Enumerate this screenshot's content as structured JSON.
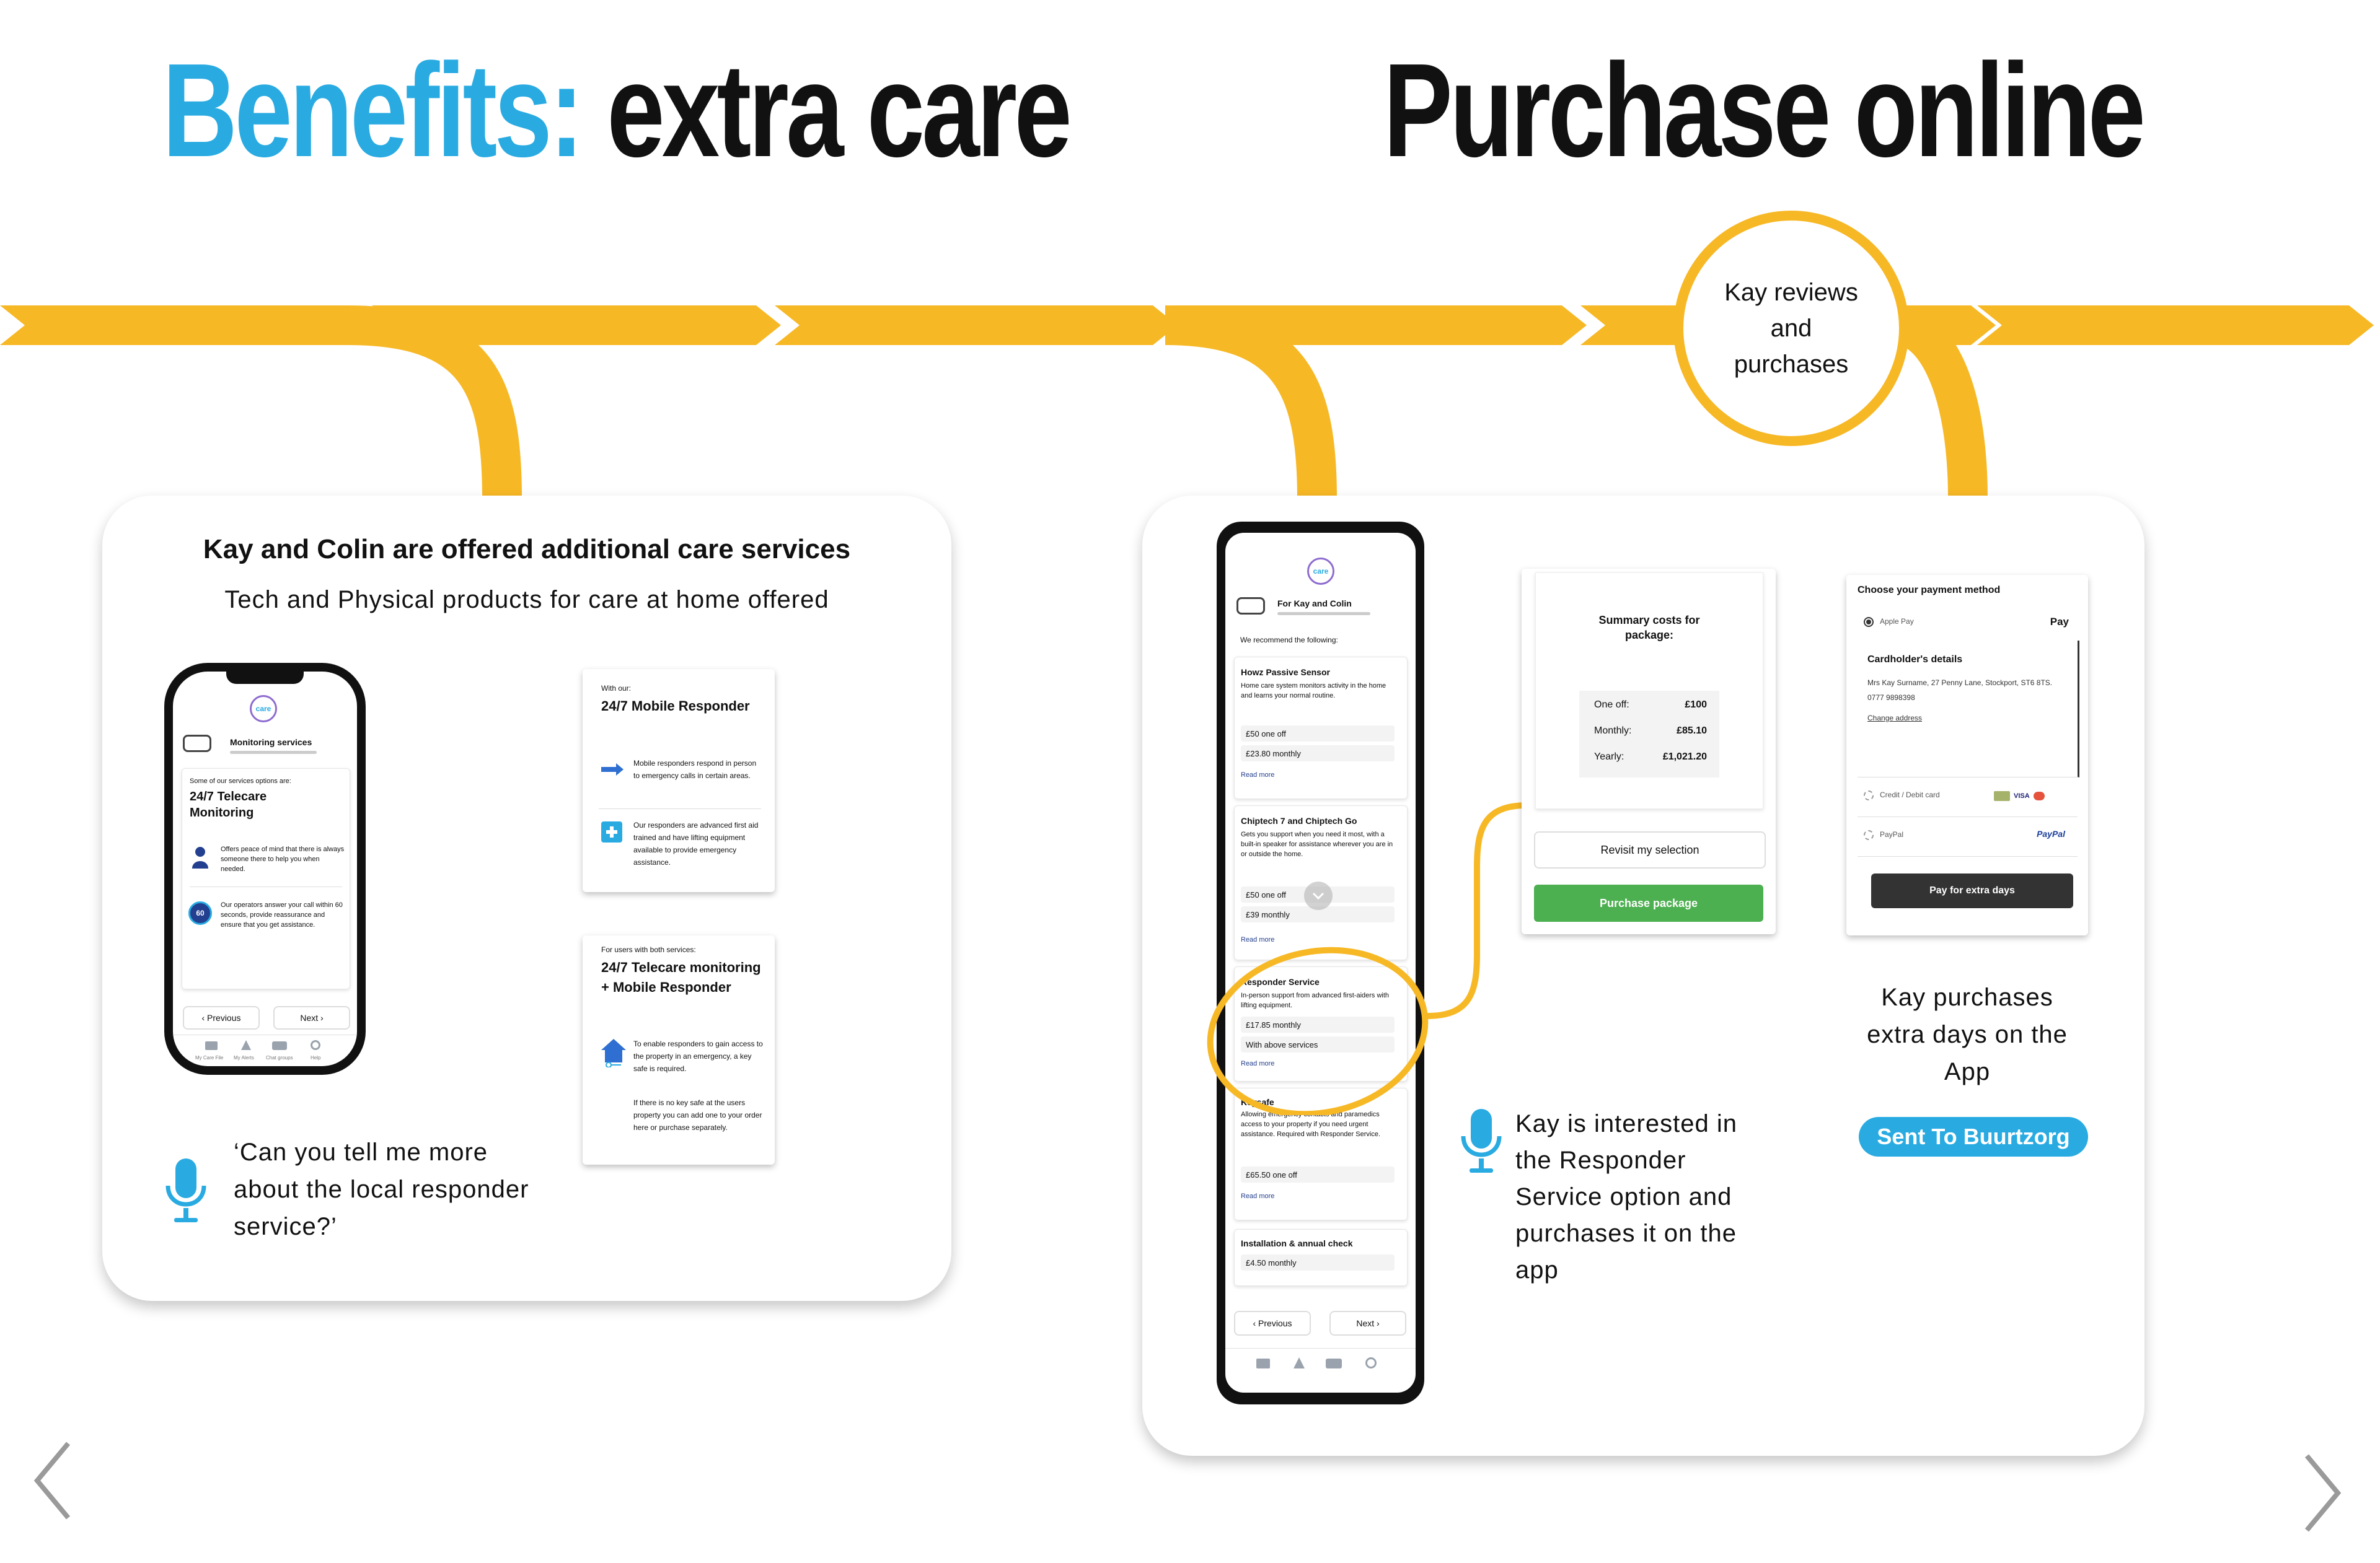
{
  "colors": {
    "accent_blue": "#29abe2",
    "timeline_yellow": "#f7b825",
    "buy_green": "#4caf50",
    "pay_dark": "#333333"
  },
  "headings": {
    "benefits_label": "Benefits:",
    "benefits_rest": "extra care",
    "purchase": "Purchase online"
  },
  "bubble": {
    "text": "Kay reviews and purchases"
  },
  "left_card": {
    "title": "Kay and Colin are offered additional care services",
    "subtitle": "Tech and Physical products for care at home offered",
    "quote": "‘Can you tell me more about the local responder service?’"
  },
  "left_phone": {
    "logo": "care",
    "header": "Monitoring services",
    "intro": "Some of our services options are:",
    "service_title": "24/7 Telecare Monitoring",
    "feature1": "Offers peace of mind that there is always someone there to help you when needed.",
    "feature2": "Our operators answer your call within 60 seconds, provide reassurance and ensure that you get assistance.",
    "badge": "60",
    "prev": "‹ Previous",
    "next": "Next ›",
    "tabs": [
      "My Care File",
      "My Alerts",
      "Chat groups",
      "Help"
    ]
  },
  "mini1": {
    "lead": "With our:",
    "title": "24/7 Mobile Responder",
    "f1": "Mobile responders respond in person to emergency calls in certain areas.",
    "f2": "Our responders are advanced first aid trained and have lifting equipment available to provide emergency assistance."
  },
  "mini2": {
    "lead": "For users with both services:",
    "title": "24/7 Telecare monitoring + Mobile Responder",
    "f1": "To enable responders to gain access to the property in an emergency, a key safe is required.",
    "f2": "If there is no key safe at the users property you can add one to your order here or purchase separately."
  },
  "right_phone": {
    "logo": "care",
    "header": "For Kay and Colin",
    "intro": "We recommend the following:",
    "read_more": "Read more",
    "items": [
      {
        "title": "Howz Passive Sensor",
        "desc": "Home care system monitors activity in the home and learns your normal routine.",
        "prices": [
          "£50 one off",
          "£23.80 monthly"
        ]
      },
      {
        "title": "Chiptech 7 and Chiptech Go",
        "desc": "Gets you support when you need it most, with a built-in speaker for assistance wherever you are in or outside the home.",
        "prices": [
          "£50 one off",
          "£39 monthly"
        ]
      },
      {
        "title": "Responder Service",
        "desc": "In-person support from advanced first-aiders with lifting equipment.",
        "prices": [
          "£17.85 monthly",
          "With above services"
        ]
      },
      {
        "title": "Keysafe",
        "desc": "Allowing emergency contacts and paramedics access to your property if you need urgent assistance. Required with Responder Service.",
        "prices": [
          "£65.50 one off"
        ]
      },
      {
        "title": "Installation & annual check",
        "desc": "",
        "prices": [
          "£4.50 monthly"
        ]
      }
    ],
    "prev": "‹ Previous",
    "next": "Next ›"
  },
  "summary": {
    "title": "Summary costs for package:",
    "rows": [
      {
        "label": "One off:",
        "value": "£100"
      },
      {
        "label": "Monthly:",
        "value": "£85.10"
      },
      {
        "label": "Yearly:",
        "value": "£1,021.20"
      }
    ],
    "revisit": "Revisit my selection",
    "purchase": "Purchase package"
  },
  "payment": {
    "title": "Choose your payment method",
    "apple": "Apple Pay",
    "apple_logo": "Pay",
    "card_header": "Cardholder's details",
    "address": "Mrs Kay Surname, 27 Penny Lane, Stockport, ST6 8TS. 0777 9898398",
    "change": "Change address",
    "card": "Credit / Debit card",
    "card_logo": "VISA",
    "paypal": "PayPal",
    "paypal_logo": "PayPal",
    "pay_button": "Pay for extra days"
  },
  "right_card": {
    "interest_text": "Kay is interested in the  Responder Service option and purchases it on the app",
    "purchase_text": "Kay purchases extra days on the App",
    "sent_button": "Sent To Buurtzorg"
  },
  "nav": {
    "prev_icon": "chevron-left-icon",
    "next_icon": "chevron-right-icon"
  }
}
